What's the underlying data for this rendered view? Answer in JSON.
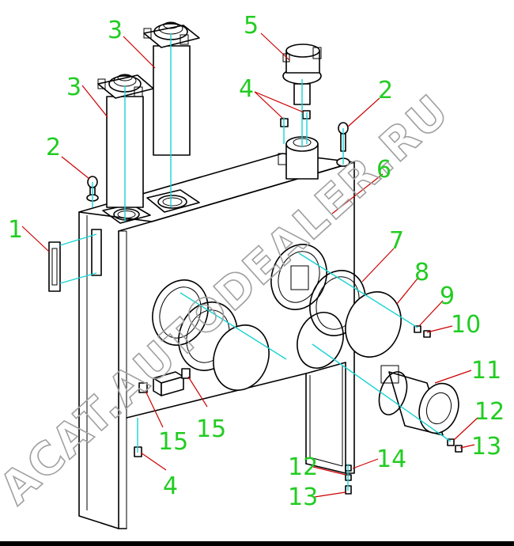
{
  "watermark": "ACAT.AUTODEALER.RU",
  "labels": {
    "c1": "1",
    "c2a": "2",
    "c2b": "2",
    "c3a": "3",
    "c3b": "3",
    "c4a": "4",
    "c4b": "4",
    "c5": "5",
    "c6": "6",
    "c7": "7",
    "c8": "8",
    "c9": "9",
    "c10": "10",
    "c11": "11",
    "c12a": "12",
    "c12b": "12",
    "c13a": "13",
    "c13b": "13",
    "c14": "14",
    "c15a": "15",
    "c15b": "15"
  },
  "colors": {
    "callout": "#22cc22",
    "leader": "#cc0000",
    "centerline": "#19d3d3",
    "watermark": "#a0a0a0"
  }
}
